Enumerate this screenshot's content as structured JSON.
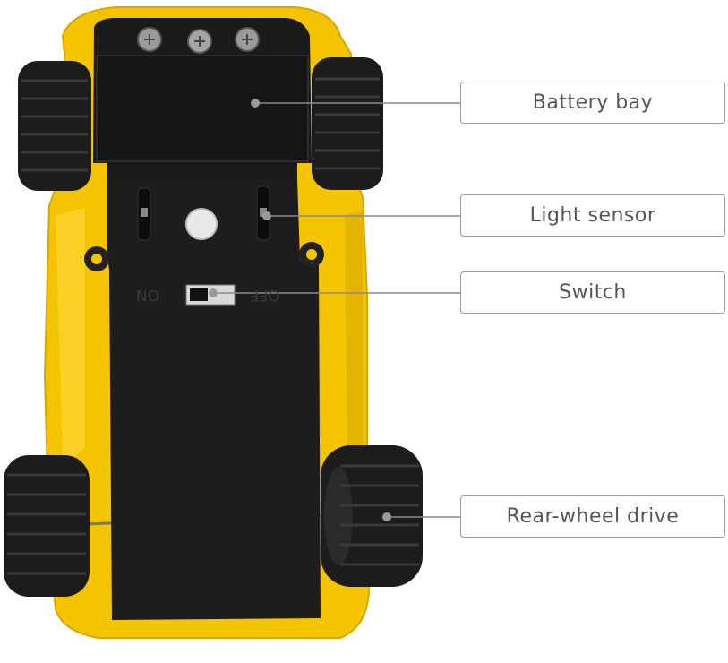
{
  "callouts": {
    "battery_bay": "Battery bay",
    "light_sensor": "Light sensor",
    "switch": "Switch",
    "rear_wheel_drive": "Rear-wheel drive"
  },
  "switch_labels": {
    "on": "ON",
    "off": "OFF"
  },
  "colors": {
    "body_yellow": "#f5c400",
    "chassis_black": "#1a1a1a",
    "leader_line": "#8a8a8a",
    "box_border": "#9a9a9a",
    "label_text": "#555555"
  }
}
